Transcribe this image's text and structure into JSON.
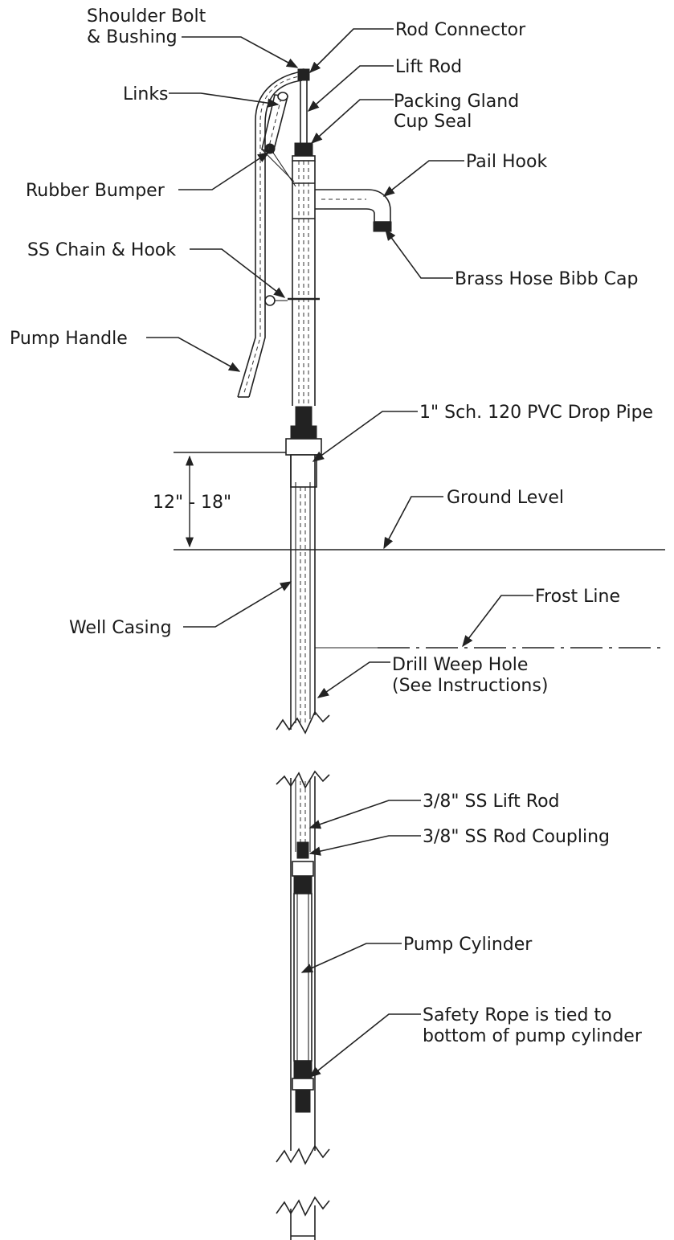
{
  "labels": {
    "shoulder_bolt_1": "Shoulder Bolt",
    "shoulder_bolt_2": "& Bushing",
    "rod_connector": "Rod Connector",
    "lift_rod": "Lift Rod",
    "links": "Links",
    "packing_gland_1": "Packing Gland",
    "packing_gland_2": "Cup Seal",
    "pail_hook": "Pail Hook",
    "rubber_bumper": "Rubber Bumper",
    "ss_chain_hook": "SS Chain & Hook",
    "brass_hose_bibb_cap": "Brass Hose Bibb Cap",
    "pump_handle": "Pump Handle",
    "drop_pipe": "1\" Sch. 120 PVC Drop Pipe",
    "dimension": "12\" - 18\"",
    "ground_level": "Ground Level",
    "frost_line": "Frost Line",
    "well_casing": "Well Casing",
    "weep_hole_1": "Drill Weep Hole",
    "weep_hole_2": "(See Instructions)",
    "ss_lift_rod": "3/8\" SS Lift Rod",
    "ss_rod_coupling": "3/8\" SS Rod Coupling",
    "pump_cylinder": "Pump Cylinder",
    "safety_rope_1": "Safety Rope is tied to",
    "safety_rope_2": "bottom of pump cylinder"
  }
}
